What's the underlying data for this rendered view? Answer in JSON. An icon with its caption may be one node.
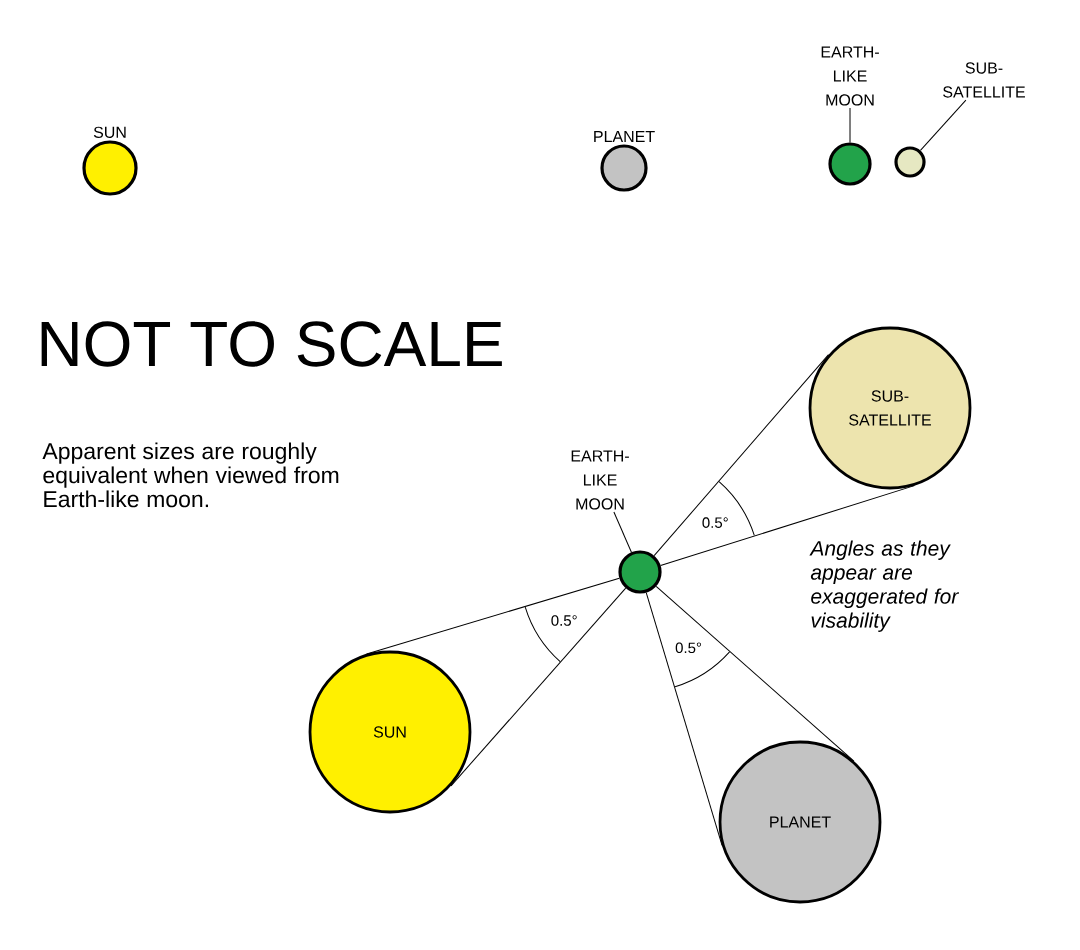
{
  "diagram": {
    "nodes": [
      {
        "text": [
          "SUN"
        ]
      },
      {
        "text": [
          "PLANET"
        ]
      },
      {
        "text": [
          "EARTH- LIKE MOON"
        ]
      },
      {
        "text": [],
        "shape": "circle"
      },
      {
        "text": [
          "SUB- SATELLITE"
        ]
      },
      {
        "text": [],
        "shape": "circle"
      },
      {
        "text": [
          "EARTH- LIKE MOON"
        ]
      },
      {
        "text": [],
        "shape": "circle"
      },
      {
        "text": [
          "SUB- SATELLITE"
        ]
      },
      {
        "text": [
          "SUN"
        ]
      },
      {
        "text": [
          "PLANET"
        ]
      }
    ],
    "edges": [
      {
        "from": 2,
        "to": 3,
        "arrow": "none"
      },
      {
        "from": 4,
        "to": 5,
        "arrow": "none"
      },
      {
        "from": 6,
        "to": 7,
        "arrow": "none"
      },
      {
        "from": 7,
        "to": 8,
        "arrow": "none"
      },
      {
        "from": 7,
        "to": 8,
        "arrow": "none"
      },
      {
        "from": 7,
        "to": 9,
        "arrow": "none"
      },
      {
        "from": 7,
        "to": 9,
        "arrow": "none"
      },
      {
        "from": 7,
        "to": 10,
        "arrow": "none"
      },
      {
        "from": 7,
        "to": 10,
        "arrow": "none"
      }
    ],
    "labels": [
      "NOT TO SCALE",
      "Apparent sizes are roughly equivalent when viewed from Earth-like moon.",
      "0.5°",
      "0.5°",
      "0.5°",
      "Angles as they appear are exaggerated for visability"
    ]
  }
}
